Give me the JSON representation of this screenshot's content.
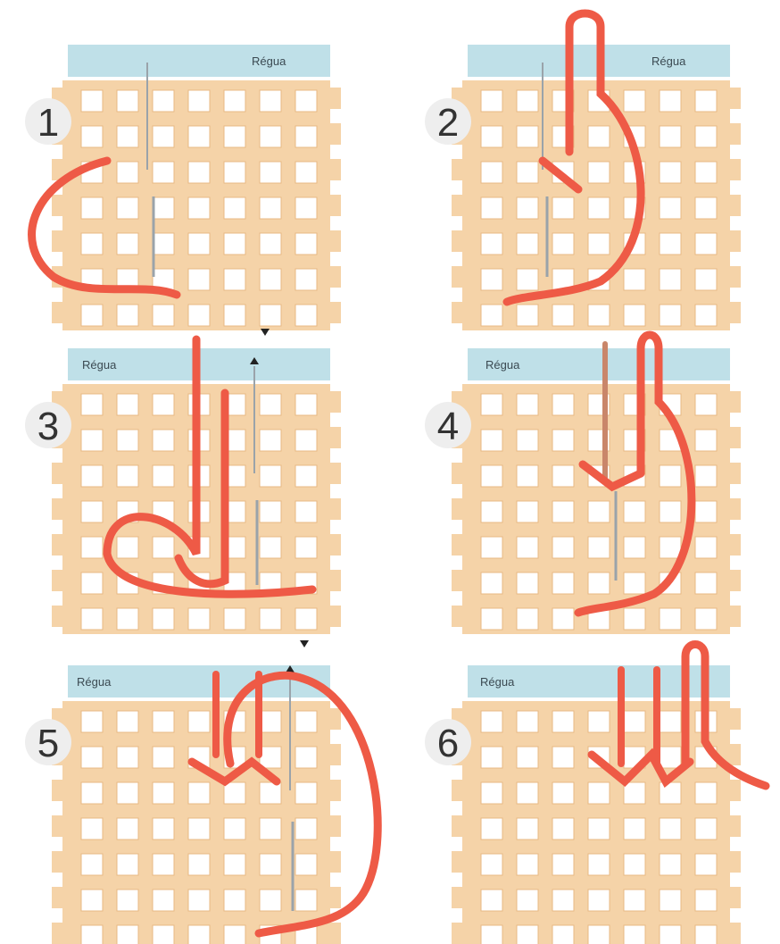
{
  "colors": {
    "canvas": "#f5d3a8",
    "canvas_edge": "#e8b983",
    "hole": "#ffffff",
    "ruler": "#bfe0e8",
    "thread": "#ee5a46",
    "thread_dark": "#c53d2c",
    "needle": "#c9ced3",
    "number_bg": "#eeeeee"
  },
  "steps": [
    {
      "number": "1",
      "ruler_label": "Régua"
    },
    {
      "number": "2",
      "ruler_label": "Régua"
    },
    {
      "number": "3",
      "ruler_label": "Régua"
    },
    {
      "number": "4",
      "ruler_label": "Régua"
    },
    {
      "number": "5",
      "ruler_label": "Régua"
    },
    {
      "number": "6",
      "ruler_label": "Régua"
    }
  ]
}
